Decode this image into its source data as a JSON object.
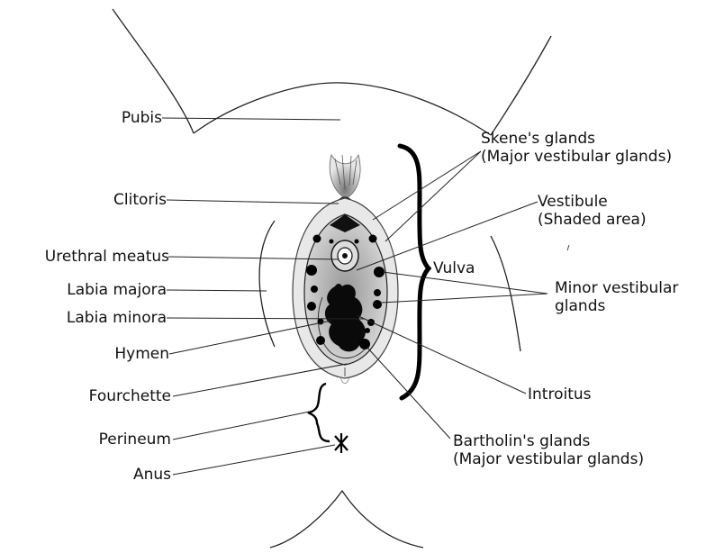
{
  "labels": {
    "pubis": "Pubis",
    "clitoris": "Clitoris",
    "urethral_meatus": "Urethral meatus",
    "labia_majora": "Labia majora",
    "labia_minora": "Labia minora",
    "hymen": "Hymen",
    "fourchette": "Fourchette",
    "perineum": "Perineum",
    "anus": "Anus",
    "skenes_line1": "Skene's glands",
    "skenes_line2": "(Major vestibular glands)",
    "vestibule_line1": "Vestibule",
    "vestibule_line2": "(Shaded area)",
    "vulva": "Vulva",
    "minor_line1": "Minor vestibular",
    "minor_line2": "glands",
    "introitus": "Introitus",
    "bartholin_line1": "Bartholin's glands",
    "bartholin_line2": "(Major vestibular glands)"
  },
  "colors": {
    "ink": "#111111",
    "vestibule_shade": "#c8c8c8",
    "gland_fill": "#000000"
  }
}
